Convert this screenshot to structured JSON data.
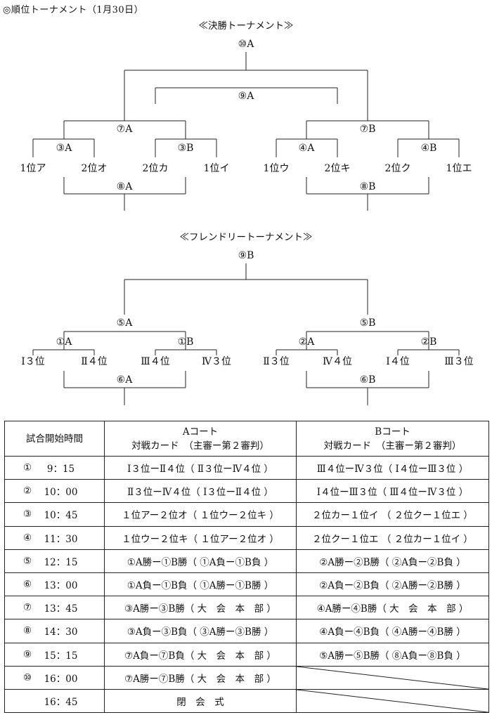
{
  "document": {
    "title": "◎順位トーナメント（1月30日）"
  },
  "final_tournament": {
    "heading": "≪決勝トーナメント≫",
    "match_top": "⑩A",
    "match_third": "⑨A",
    "semi_left": "⑦A",
    "semi_right": "⑦B",
    "q1": "③A",
    "q2": "③B",
    "q3": "④A",
    "q4": "④B",
    "teams": [
      "1位ア",
      "2位オ",
      "2位カ",
      "1位イ",
      "1位ウ",
      "2位キ",
      "2位ク",
      "1位エ"
    ],
    "consolation_left": "⑧A",
    "consolation_right": "⑧B"
  },
  "friendly_tournament": {
    "heading": "≪フレンドリートーナメント≫",
    "match_top": "⑨B",
    "semi_left": "⑤A",
    "semi_right": "⑤B",
    "q1": "①A",
    "q2": "①B",
    "q3": "②A",
    "q4": "②B",
    "teams": [
      "Ⅰ３位",
      "Ⅱ４位",
      "Ⅲ４位",
      "Ⅳ３位",
      "Ⅱ３位",
      "Ⅳ４位",
      "Ⅰ４位",
      "Ⅲ３位"
    ],
    "consolation_left": "⑥A",
    "consolation_right": "⑥B"
  },
  "schedule": {
    "header_time": "試合開始時間",
    "header_a_court": "Aコート",
    "header_a_sub": "対戦カード　（主審ー第２審判）",
    "header_b_court": "Bコート",
    "header_b_sub": "対戦カード　（主審ー第２審判）",
    "rows": [
      {
        "no": "①",
        "time": "9：15",
        "a": "Ⅰ３位ーⅡ４位（ Ⅱ３位ーⅣ４位 ）",
        "b": "Ⅲ４位ーⅣ３位（ Ⅰ４位ーⅢ３位 ）"
      },
      {
        "no": "②",
        "time": "10：00",
        "a": "Ⅱ３位ーⅣ４位（ Ⅰ３位ーⅡ４位 ）",
        "b": "Ⅰ４位ーⅢ３位（ Ⅲ４位ーⅣ３位 ）"
      },
      {
        "no": "③",
        "time": "10：45",
        "a": "１位アー２位オ（ １位ウー２位キ ）",
        "b": "２位カー１位イ （ ２位クー１位エ ）"
      },
      {
        "no": "④",
        "time": "11：30",
        "a": "１位ウー２位キ（ １位アー２位オ ）",
        "b": "２位クー１位エ （ ２位カー１位イ ）"
      },
      {
        "no": "⑤",
        "time": "12：15",
        "a": "①A勝ー①B勝（ ①A負ー①B負 ）",
        "b": "②A勝ー②B勝（ ②A負ー②B負 ）"
      },
      {
        "no": "⑥",
        "time": "13：00",
        "a": "①A負ー①B負（ ①A勝ー①B勝 ）",
        "b": "②A負ー②B負（ ②A勝ー②B勝 ）"
      },
      {
        "no": "⑦",
        "time": "13：45",
        "a": "③A勝ー③B勝（ 大　会　本　部 ）",
        "b": "④A勝ー④B勝（ 大　会　本　部 ）"
      },
      {
        "no": "⑧",
        "time": "14：30",
        "a": "③A負ー③B負（ ③A勝ー③B勝 ）",
        "b": "④A負ー④B負（ ④A勝ー④B勝 ）"
      },
      {
        "no": "⑨",
        "time": "15：15",
        "a": "⑦A負ー⑦B負（ 大　会　本　部 ）",
        "b": "⑤A勝ー⑤B勝（ ⑧A負ー⑧B負 ）"
      },
      {
        "no": "⑩",
        "time": "16：00",
        "a": "⑦A勝ー⑦B勝（ 大　会　本　部 ）",
        "b": ""
      },
      {
        "no": "",
        "time": "16：45",
        "a": "閉　会　式",
        "b": ""
      }
    ]
  }
}
